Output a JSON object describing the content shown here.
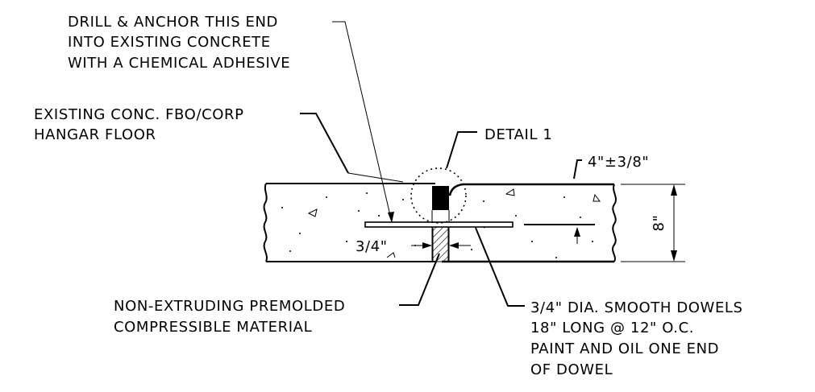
{
  "labels": {
    "drill_anchor": [
      "DRILL & ANCHOR THIS END",
      "INTO EXISTING CONCRETE",
      "WITH A CHEMICAL ADHESIVE"
    ],
    "existing_floor": [
      "EXISTING CONC. FBO/CORP",
      "HANGAR FLOOR"
    ],
    "detail": "DETAIL 1",
    "slab_thickness": "4\"±3/8\"",
    "depth": "8\"",
    "joint_width": "3/4\"",
    "filler": [
      "NON-EXTRUDING PREMOLDED",
      "COMPRESSIBLE MATERIAL"
    ],
    "dowels": [
      "3/4\" DIA. SMOOTH DOWELS",
      "18\" LONG @ 12\" O.C.",
      "PAINT AND OIL ONE END",
      "OF DOWEL"
    ]
  },
  "colors": {
    "line": "#000000",
    "background": "#ffffff"
  }
}
